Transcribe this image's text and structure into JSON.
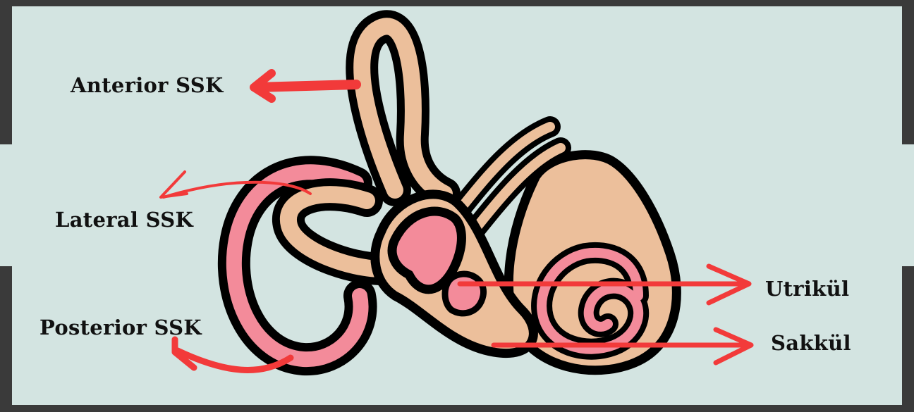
{
  "labels": {
    "anterior": "Anterior SSK",
    "lateral": "Lateral SSK",
    "posterior": "Posterior SSK",
    "utricle": "Utrikül",
    "saccule": "Sakkül"
  },
  "colors": {
    "background": "#d3e4e1",
    "frame": "#3a3a3a",
    "bone": "#ecbf9b",
    "membrane": "#f38b9a",
    "outline": "#000000",
    "arrow": "#f23a3a"
  }
}
